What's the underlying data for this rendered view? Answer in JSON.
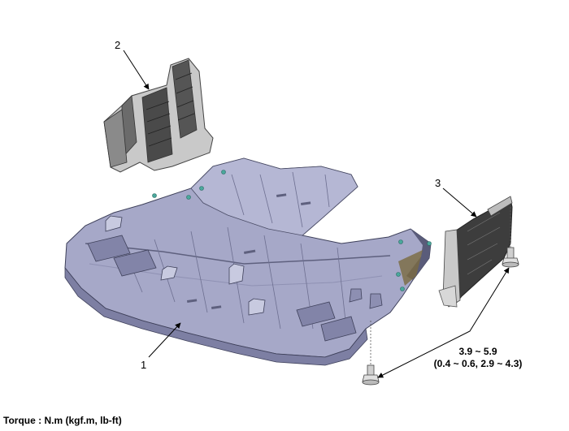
{
  "callouts": {
    "part1": "1",
    "part2": "2",
    "part3": "3"
  },
  "torque_spec": {
    "line1": "3.9 ~ 5.9",
    "line2": "(0.4 ~ 0.6, 2.9 ~ 4.3)"
  },
  "footer": {
    "torque_units": "Torque : N.m (kgf.m, lb-ft)"
  },
  "colors": {
    "undercover": "#a6a8c8",
    "undercover_shade": "#7d7fa3",
    "undercover_dark": "#5a5c7a",
    "side_cover_light": "#c9c9c9",
    "side_cover_dark": "#3d3d3d",
    "bolt": "#cfcfcf",
    "clip": "#4aa89c"
  }
}
